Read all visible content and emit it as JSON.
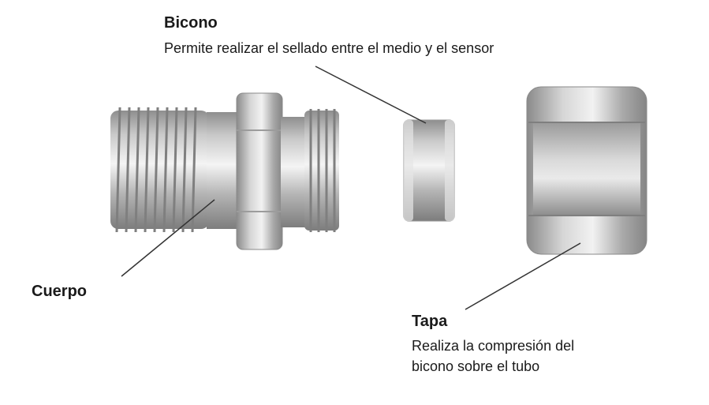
{
  "labels": {
    "bicono": {
      "title": "Bicono",
      "description": "Permite realizar el sellado entre el medio y el sensor"
    },
    "cuerpo": {
      "title": "Cuerpo"
    },
    "tapa": {
      "title": "Tapa",
      "description_line1": "Realiza la compresión del",
      "description_line2": "bicono sobre el tubo"
    }
  }
}
